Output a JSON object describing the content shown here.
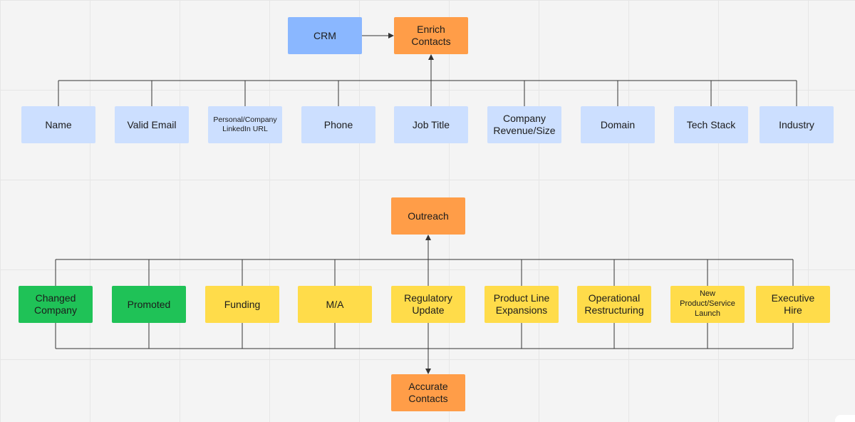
{
  "diagram": {
    "top": {
      "crm": "CRM",
      "enrich": "Enrich\nContacts",
      "fields": [
        "Name",
        "Valid Email",
        "Personal/Company\nLinkedIn URL",
        "Phone",
        "Job Title",
        "Company\nRevenue/Size",
        "Domain",
        "Tech Stack",
        "Industry"
      ]
    },
    "bottom": {
      "outreach": "Outreach",
      "accurate": "Accurate\nContacts",
      "triggers": [
        "Changed\nCompany",
        "Promoted",
        "Funding",
        "M/A",
        "Regulatory\nUpdate",
        "Product Line\nExpansions",
        "Operational\nRestructuring",
        "New\nProduct/Service\nLaunch",
        "Executive\nHire"
      ]
    },
    "colors": {
      "crm": "#8ab7ff",
      "action": "#ff9d48",
      "field": "#ccdfff",
      "job_change": "#1fc257",
      "trigger": "#ffdc4a",
      "connector": "#333333"
    }
  }
}
